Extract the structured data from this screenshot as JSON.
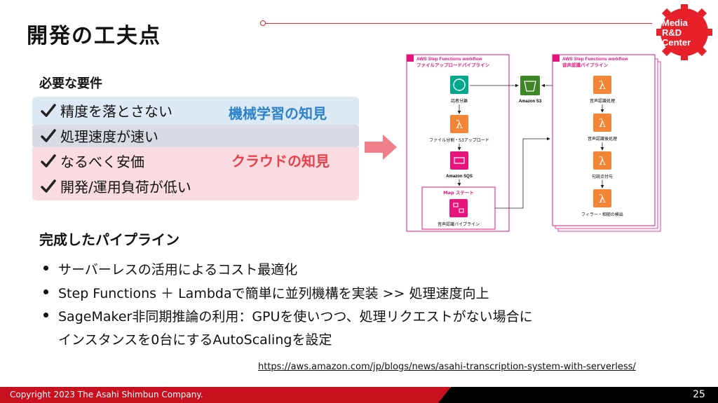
{
  "slide": {
    "title": "開発の工夫点",
    "requirements_heading": "必要な要件",
    "requirements": [
      "精度を落とさない",
      "処理速度が速い",
      "なるべく安価",
      "開発/運用負荷が低い"
    ],
    "tag_ml": "機械学習の知見",
    "tag_cloud": "クラウドの知見",
    "pipeline_heading": "完成したパイプライン",
    "bullets": [
      "サーバーレスの活用によるコスト最適化",
      "Step Functions ＋ Lambdaで簡単に並列機構を実装 >> 処理速度向上",
      "SageMaker非同期推論の利用：GPUを使いつつ、処理リクエストがない場合に"
    ],
    "bullet_continuation": "インスタンスを0台にするAutoScalingを設定",
    "url": "https://aws.amazon.com/jp/blogs/news/asahi-transcription-system-with-serverless/",
    "copyright": "Copyright 2023 The Asahi Shimbun Company.",
    "page_number": "25"
  },
  "logo": {
    "line1": "Media",
    "line2": "R&D",
    "line3": "Center"
  },
  "diagram": {
    "left_workflow_title": "AWS Step Functions workflow",
    "left_workflow_subtitle": "ファイルアップロードパイプライン",
    "right_workflow_title": "AWS Step Functions workflow",
    "right_workflow_subtitle": "音声認識パイプライン",
    "left_nodes": [
      "話者分離",
      "ファイル分割・S3アップロード",
      "Amazon SQS"
    ],
    "map_state_label": "Map ステート",
    "map_node": "音声認識パイプライン",
    "s3_label": "Amazon S3",
    "right_nodes": [
      "音声認識処理",
      "音声認識後処理",
      "句読点付与",
      "フィラー・相槌の検出"
    ]
  },
  "colors": {
    "accent_red": "#e8202a",
    "footer_red": "#c8101e",
    "ml_blue": "#2b83cc",
    "cloud_red": "#e8414d",
    "band_blue": "#ddeaf6",
    "band_gray": "#d9dbe4",
    "band_pink": "#fadbdf",
    "arrow_pink": "#ef7f8a",
    "lambda_orange": "#f58536",
    "s3_green": "#3f8624",
    "sqs_pink": "#e7157b"
  }
}
